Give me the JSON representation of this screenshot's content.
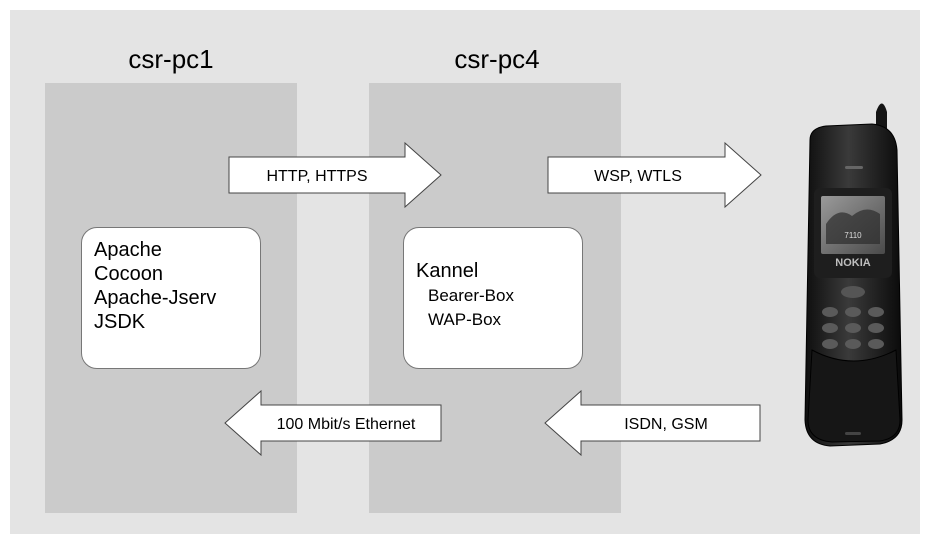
{
  "hosts": [
    {
      "name": "csr-pc1"
    },
    {
      "name": "csr-pc4"
    }
  ],
  "pc1_software": [
    "Apache",
    "Cocoon",
    "Apache-Jserv",
    "JSDK"
  ],
  "pc4_software": {
    "title": "Kannel",
    "items": [
      "Bearer-Box",
      "WAP-Box"
    ]
  },
  "links": {
    "http": "HTTP, HTTPS",
    "wsp": "WSP, WTLS",
    "ethernet": "100 Mbit/s Ethernet",
    "isdn": "ISDN, GSM"
  },
  "phone": {
    "brand": "NOKIA",
    "screen_text": "7110"
  }
}
